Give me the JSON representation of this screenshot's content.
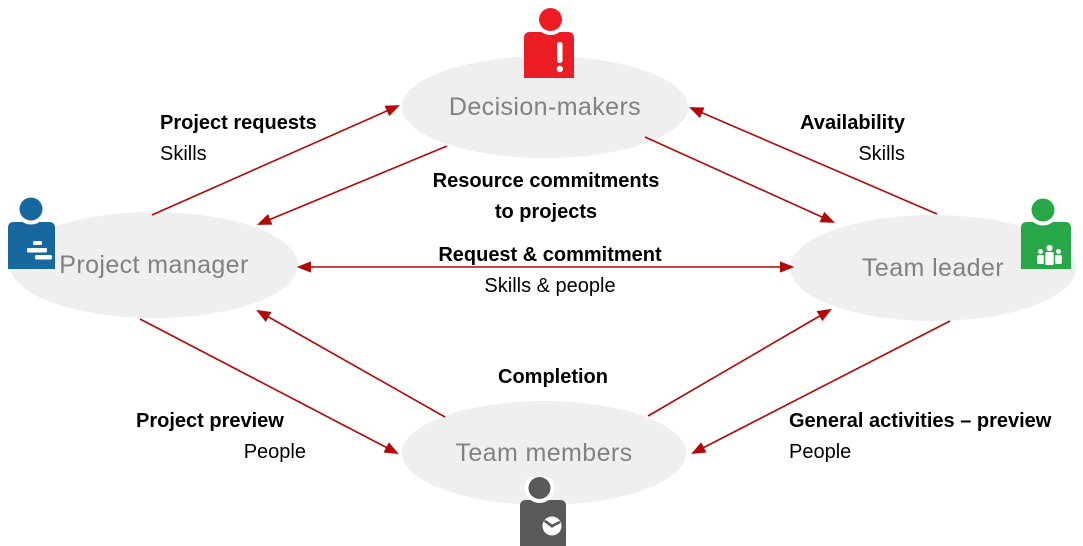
{
  "diagram_title": "",
  "colors": {
    "arrow": "#b40707",
    "node_fill": "#efefef",
    "node_text": "#818181",
    "label_text": "#000000",
    "icon_red": "#ec1c24",
    "icon_blue": "#16689f",
    "icon_green": "#27a747",
    "icon_gray": "#595959"
  },
  "nodes": {
    "decision_makers": {
      "label": "Decision-makers",
      "icon": "person-alert-icon"
    },
    "project_manager": {
      "label": "Project manager",
      "icon": "person-list-icon"
    },
    "team_leader": {
      "label": "Team leader",
      "icon": "person-group-icon"
    },
    "team_members": {
      "label": "Team members",
      "icon": "person-clock-icon"
    }
  },
  "labels": {
    "project_requests": {
      "line1": "Project requests",
      "line2": "Skills"
    },
    "availability": {
      "line1": "Availability",
      "line2": "Skills"
    },
    "resource_commitments": {
      "line1": "Resource commitments",
      "line2": "to projects"
    },
    "request_commitment": {
      "line1": "Request & commitment",
      "line2": "Skills & people"
    },
    "completion": {
      "line1": "Completion"
    },
    "project_preview": {
      "line1": "Project preview",
      "line2": "People"
    },
    "general_activities": {
      "line1": "General activities – preview",
      "line2": "People"
    }
  },
  "edges": [
    {
      "from": "project_manager",
      "to": "decision_makers",
      "bidirectional": false,
      "label": "Project requests / Skills"
    },
    {
      "from": "decision_makers",
      "to": "project_manager",
      "bidirectional": false,
      "label": "Resource commitments to projects"
    },
    {
      "from": "team_leader",
      "to": "decision_makers",
      "bidirectional": false,
      "label": "Availability / Skills"
    },
    {
      "from": "decision_makers",
      "to": "team_leader",
      "bidirectional": false,
      "label": "Resource commitments to projects"
    },
    {
      "from": "project_manager",
      "to": "team_leader",
      "bidirectional": true,
      "label": "Request & commitment / Skills & people"
    },
    {
      "from": "team_members",
      "to": "project_manager",
      "bidirectional": false,
      "label": "Completion"
    },
    {
      "from": "project_manager",
      "to": "team_members",
      "bidirectional": false,
      "label": "Project preview / People"
    },
    {
      "from": "team_members",
      "to": "team_leader",
      "bidirectional": false,
      "label": "Completion"
    },
    {
      "from": "team_leader",
      "to": "team_members",
      "bidirectional": false,
      "label": "General activities – preview / People"
    }
  ]
}
